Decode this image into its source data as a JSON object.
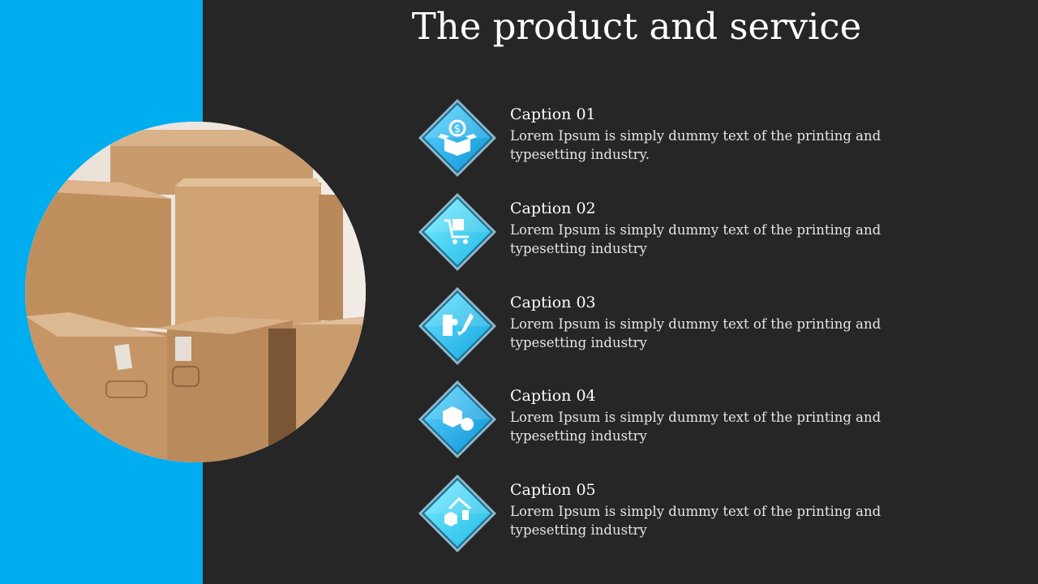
{
  "slide": {
    "title": "The product and service"
  },
  "colors": {
    "background": "#262626",
    "accent_band": "#00adef",
    "diamond_fill_dark": "#1ba8e8",
    "diamond_fill_light": "#5fe6ff",
    "title_text": "#ffffff"
  },
  "items": [
    {
      "caption": "Caption 01",
      "text": "Lorem Ipsum is simply dummy text of the printing and typesetting industry.",
      "icon": "money-box-icon"
    },
    {
      "caption": "Caption 02",
      "text": "Lorem Ipsum is simply dummy text of the printing and typesetting industry",
      "icon": "cart-box-icon"
    },
    {
      "caption": "Caption 03",
      "text": "Lorem Ipsum is simply dummy text of the printing and typesetting industry",
      "icon": "puzzle-rocket-icon"
    },
    {
      "caption": "Caption 04",
      "text": "Lorem Ipsum is simply dummy text of the printing and typesetting industry",
      "icon": "shapes-icon"
    },
    {
      "caption": "Caption 05",
      "text": "Lorem Ipsum is simply dummy text of the printing and typesetting industry",
      "icon": "house-boxes-icon"
    }
  ]
}
